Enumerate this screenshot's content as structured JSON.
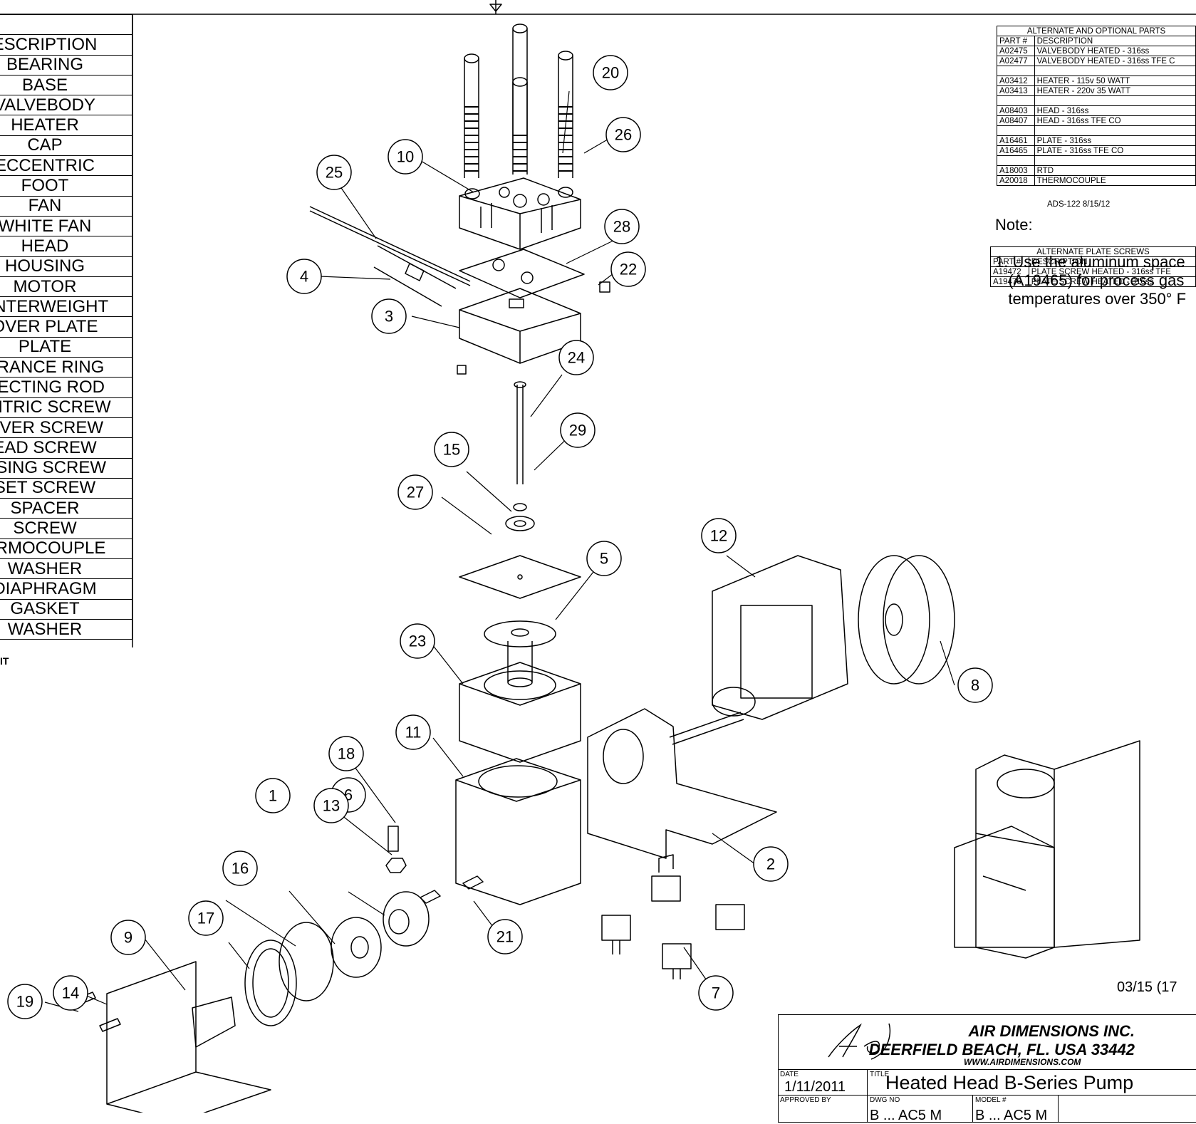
{
  "parts_list": {
    "header": "ESCRIPTION",
    "rows": [
      "BEARING",
      "BASE",
      "VALVEBODY",
      "HEATER",
      "CAP",
      "ECCENTRIC",
      "FOOT",
      "FAN",
      "WHITE FAN",
      "HEAD",
      "HOUSING",
      "MOTOR",
      "UNTERWEIGHT",
      "OVER PLATE",
      "PLATE",
      "ERANCE RING",
      "NECTING ROD",
      "ENTRIC SCREW",
      "OVER SCREW",
      "EAD SCREW",
      "USING SCREW",
      "SET SCREW",
      "SPACER",
      "SCREW",
      "ERMOCOUPLE",
      "WASHER",
      "DIAPHRAGM",
      "GASKET",
      "WASHER"
    ],
    "footer": "IT"
  },
  "alternate_parts": {
    "title": "ALTERNATE AND OPTIONAL PARTS",
    "col_part": "PART #",
    "col_desc": "DESCRIPTION",
    "rows": [
      [
        "A02475",
        "VALVEBODY HEATED - 316ss"
      ],
      [
        "A02477",
        "VALVEBODY HEATED - 316ss TFE C"
      ],
      [
        "",
        ""
      ],
      [
        "A03412",
        "HEATER - 115v  50 WATT"
      ],
      [
        "A03413",
        "HEATER - 220v  35 WATT"
      ],
      [
        "",
        ""
      ],
      [
        "A08403",
        "HEAD - 316ss"
      ],
      [
        "A08407",
        "HEAD - 316ss TFE CO"
      ],
      [
        "",
        ""
      ],
      [
        "A16461",
        "PLATE - 316ss"
      ],
      [
        "A16465",
        "PLATE - 316ss TFE CO"
      ],
      [
        "",
        ""
      ],
      [
        "A18003",
        "RTD"
      ],
      [
        "A20018",
        "THERMOCOUPLE"
      ]
    ],
    "ref": "ADS-122 8/15/12"
  },
  "alternate_screws": {
    "title": "ALTERNATE PLATE SCREWS",
    "col_part": "PART #",
    "col_desc": "DESCRIPTION",
    "rows": [
      [
        "A19472",
        "PLATE SCREW HEATED - 316ss TFE"
      ],
      [
        "A19476",
        "PLATE SCREW HEATED - 316ss"
      ]
    ]
  },
  "note": {
    "title": "Note:",
    "body": "1. Use the aluminum space\n   (A19465) for process gas\n   temperatures over 350° F"
  },
  "date_code": "03/15 (17",
  "title_block": {
    "company_line1": "AIR DIMENSIONS INC.",
    "company_line2": "DEERFIELD BEACH, FL. USA 33442",
    "website": "WWW.AIRDIMENSIONS.COM",
    "date_label": "DATE",
    "date_value": "1/11/2011",
    "title_label": "TITLE",
    "title_value": "Heated Head B-Series Pump",
    "approved_label": "APPROVED BY",
    "dwg_label": "DWG NO",
    "model_label": "MODEL #",
    "dwg_value": "B ... AC5 M",
    "model_value": "B ... AC5 M"
  },
  "callouts": [
    "1",
    "2",
    "3",
    "4",
    "5",
    "6",
    "7",
    "8",
    "9",
    "10",
    "11",
    "12",
    "13",
    "14",
    "15",
    "16",
    "17",
    "18",
    "19",
    "20",
    "21",
    "22",
    "23",
    "24",
    "25",
    "26",
    "27",
    "28",
    "29"
  ]
}
